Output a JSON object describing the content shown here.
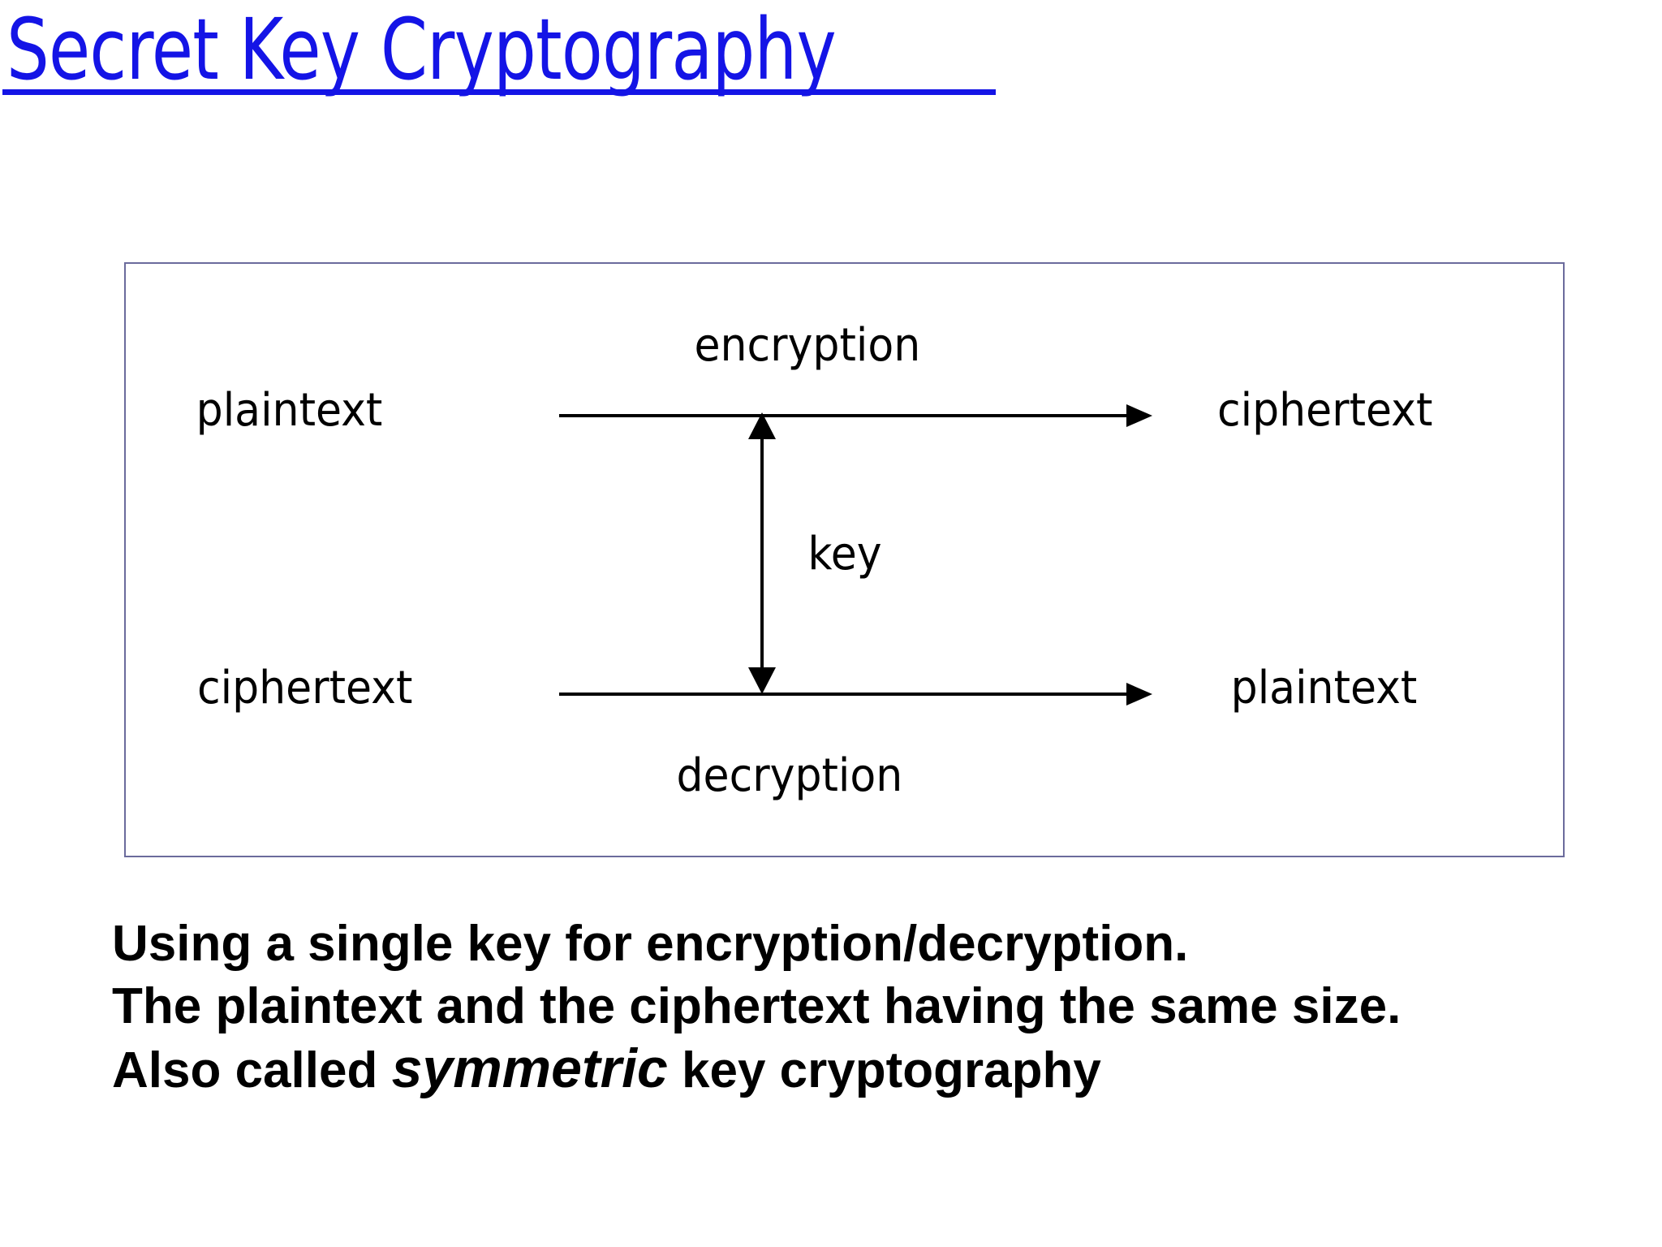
{
  "slide": {
    "title": "Secret Key Cryptography",
    "title_color": "#1414E6",
    "background_color": "#ffffff",
    "body_text_color": "#000000"
  },
  "diagram": {
    "border_color": "#6b6b9c",
    "line_color": "#000000",
    "rows": [
      {
        "source": "plaintext",
        "process": "encryption",
        "target": "ciphertext",
        "direction": "left-to-right"
      },
      {
        "source": "ciphertext",
        "process": "decryption",
        "target": "plaintext",
        "direction": "left-to-right"
      }
    ],
    "shared_key_label": "key",
    "key_arrow": "double-headed-vertical"
  },
  "body": {
    "line1": "Using a single key for encryption/decryption.",
    "line2": "The plaintext and the ciphertext having the same size.",
    "line3_before": "Also called ",
    "line3_emphasis": "symmetric",
    "line3_after": " key cryptography"
  }
}
